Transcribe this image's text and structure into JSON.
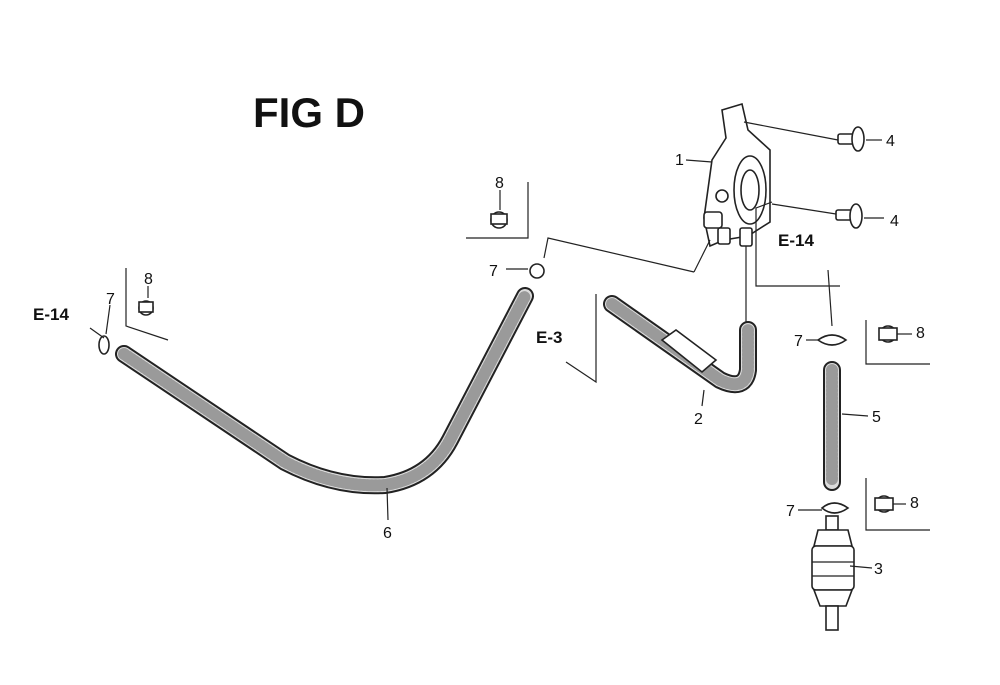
{
  "title": "FIG D",
  "references": {
    "e14_left": "E-14",
    "e3": "E-3",
    "e14_right": "E-14"
  },
  "callouts": {
    "c1": "1",
    "c2": "2",
    "c3": "3",
    "c4_top": "4",
    "c4_bottom": "4",
    "c5": "5",
    "c6": "6",
    "c7_left": "7",
    "c7_center": "7",
    "c7_right_upper": "7",
    "c7_right_lower": "7",
    "c8_top": "8",
    "c8_left": "8",
    "c8_right_upper": "8",
    "c8_right_lower": "8"
  }
}
